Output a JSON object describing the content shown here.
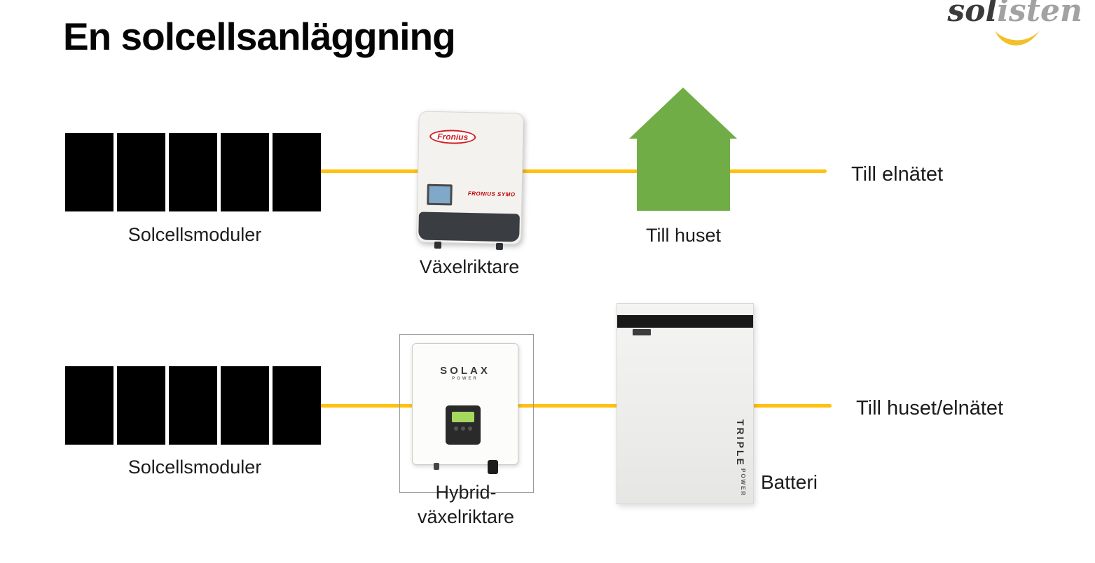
{
  "title": "En solcellsanläggning",
  "logo": {
    "sol": "sol",
    "isten": "isten"
  },
  "rows": {
    "top": {
      "modules_label": "Solcellsmoduler",
      "inverter": {
        "brand": "Fronius",
        "model": "FRONIUS SYMO",
        "label": "Växelriktare"
      },
      "house_label": "Till huset",
      "output_label": "Till elnätet"
    },
    "bottom": {
      "modules_label": "Solcellsmoduler",
      "inverter": {
        "brand": "SOLAX",
        "brand_sub": "POWER",
        "label_line1": "Hybrid-",
        "label_line2": "växelriktare"
      },
      "battery": {
        "brand_line1": "TRIPLE",
        "brand_line2": "POWER",
        "label": "Batteri"
      },
      "output_label": "Till huset/elnätet"
    }
  },
  "colors": {
    "connector_line": "#FFC010",
    "house_green": "#71AD47",
    "module_black": "#000000",
    "logo_accent": "#F2C029"
  }
}
